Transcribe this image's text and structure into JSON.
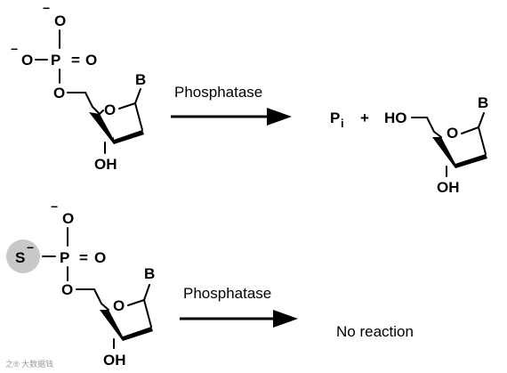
{
  "reaction1": {
    "substrate": {
      "charge_top": "−",
      "charge_left": "−",
      "o_top": "O",
      "o_left": "O",
      "p": "P",
      "eq": "=",
      "o_right": "O",
      "o_link": "O",
      "ring_o": "O",
      "base": "B",
      "oh": "OH"
    },
    "arrow_label": "Phosphatase",
    "product": {
      "pi": "P",
      "pi_sub": "i",
      "plus": "+",
      "ho": "HO",
      "ring_o": "O",
      "base": "B",
      "oh": "OH"
    }
  },
  "reaction2": {
    "substrate": {
      "charge_top": "−",
      "o_top": "O",
      "s": "S",
      "s_charge": "−",
      "p": "P",
      "eq": "=",
      "o_right": "O",
      "o_link": "O",
      "ring_o": "O",
      "base": "B",
      "oh": "OH"
    },
    "arrow_label": "Phosphatase",
    "result": "No reaction"
  },
  "watermark": "之® 大数据钱",
  "colors": {
    "sulfur_highlight": "#c8c8c8",
    "ink": "#000000"
  }
}
